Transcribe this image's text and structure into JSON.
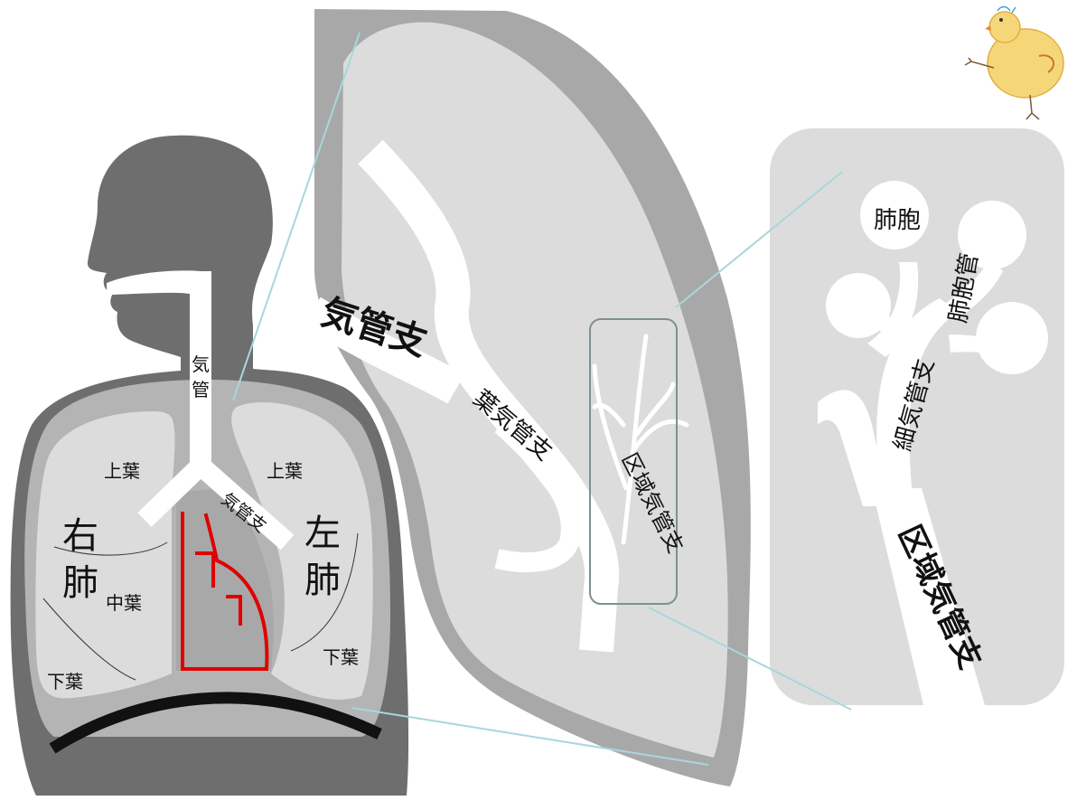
{
  "body": {
    "trachea": [
      "気",
      "管"
    ],
    "bronchus": "気管支",
    "right_upper_lobe": "上葉",
    "left_upper_lobe": "上葉",
    "right_lung": [
      "右",
      "肺"
    ],
    "left_lung": [
      "左",
      "肺"
    ],
    "middle_lobe": "中葉",
    "right_lower_lobe": "下葉",
    "left_lower_lobe": "下葉"
  },
  "lung": {
    "bronchus": "気管支",
    "lobar_bronchus": "葉気管支",
    "segmental_bronchus": "区域気管支"
  },
  "detail": {
    "alveolus": "肺胞",
    "alveolar_duct": "肺胞管",
    "bronchiole": "細気管支",
    "segmental_bronchus": "区域気管支"
  },
  "colors": {
    "body_dark": "#6e6e6e",
    "body_mid": "#b4b4b4",
    "lung_light": "#dcdcdc",
    "lung_outer": "#a8a8a8",
    "airway": "#ffffff",
    "heart_line": "#e00000",
    "zoom_line": "#a9d6dc"
  }
}
